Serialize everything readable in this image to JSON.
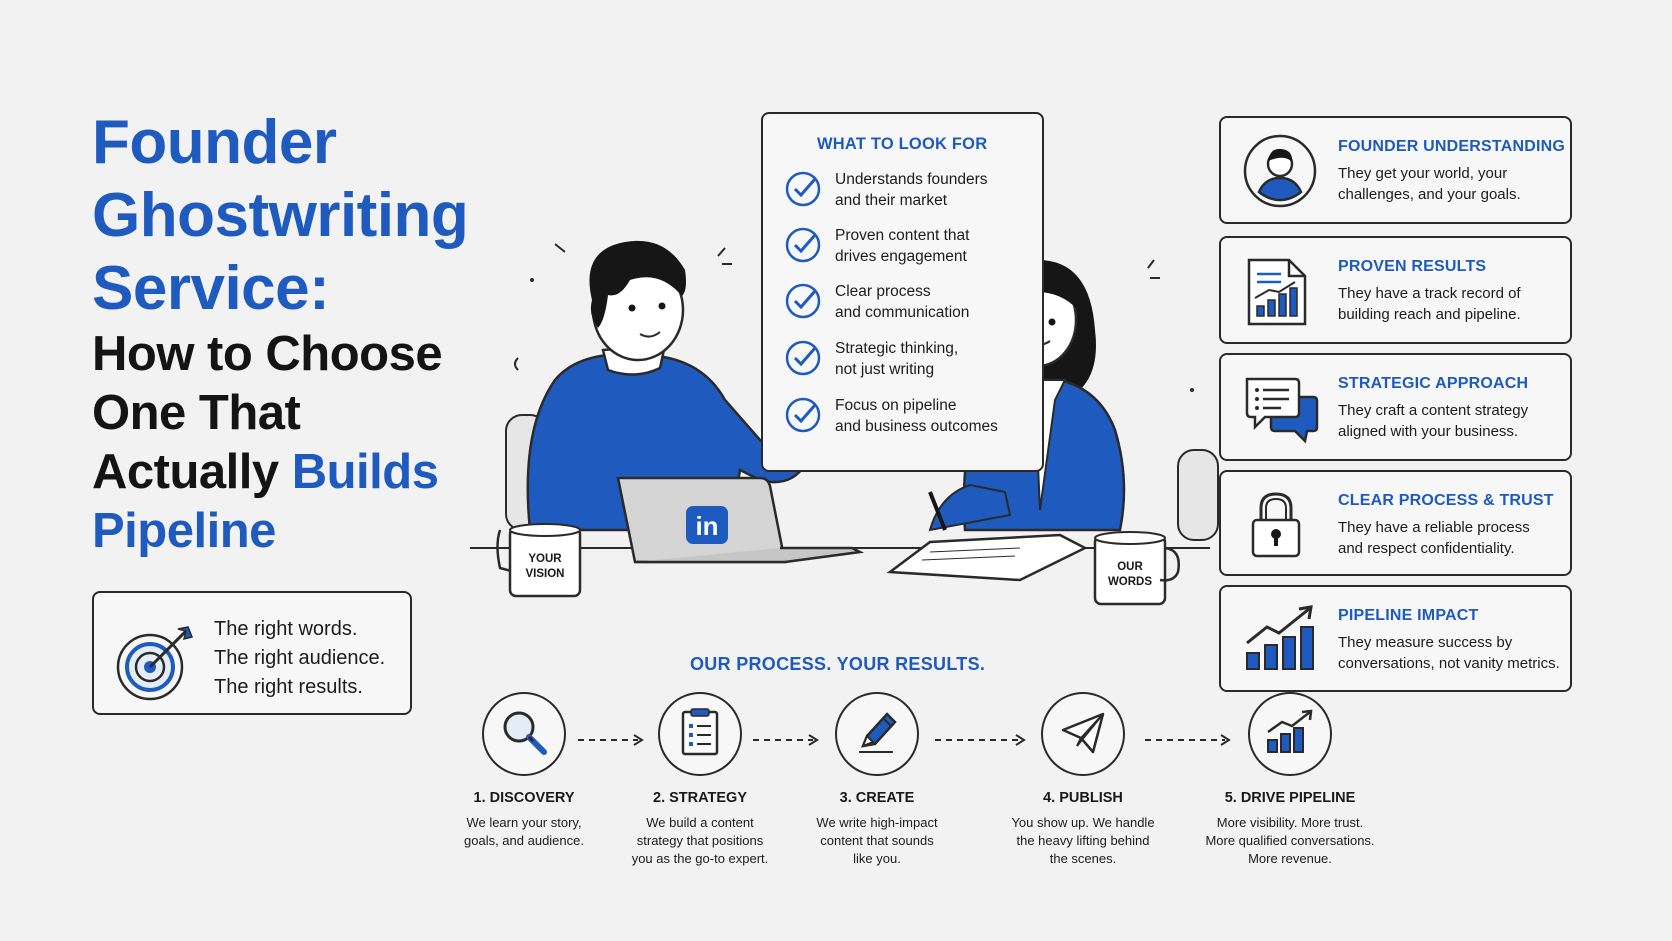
{
  "title": {
    "line1": "Founder",
    "line2": "Ghostwriting",
    "line3": "Service:",
    "line4": "How to Choose",
    "line5": "One That",
    "line6_black": "Actually ",
    "line6_blue": "Builds",
    "line7": "Pipeline"
  },
  "tagline": {
    "lines": [
      "The right words.",
      "The right audience.",
      "The right results."
    ]
  },
  "look_for": {
    "heading": "WHAT TO LOOK FOR",
    "items": [
      {
        "line1": "Understands founders",
        "line2": "and their market"
      },
      {
        "line1": "Proven content that",
        "line2": "drives engagement"
      },
      {
        "line1": "Clear process",
        "line2": "and communication"
      },
      {
        "line1": "Strategic thinking,",
        "line2": "not just writing"
      },
      {
        "line1": "Focus on pipeline",
        "line2": "and business outcomes"
      }
    ]
  },
  "illustration": {
    "mug_left": [
      "YOUR",
      "VISION"
    ],
    "mug_right": [
      "OUR",
      "WORDS"
    ],
    "laptop_logo": "in"
  },
  "benefits": [
    {
      "title": "FOUNDER UNDERSTANDING",
      "line1": "They get your world, your",
      "line2": "challenges, and your goals.",
      "icon": "founder-avatar-icon"
    },
    {
      "title": "PROVEN RESULTS",
      "line1": "They have a track record of",
      "line2": "building reach and pipeline.",
      "icon": "report-chart-icon"
    },
    {
      "title": "STRATEGIC APPROACH",
      "line1": "They craft a content strategy",
      "line2": "aligned with your business.",
      "icon": "chat-bubbles-icon"
    },
    {
      "title": "CLEAR PROCESS & TRUST",
      "line1": "They have a reliable process",
      "line2": "and respect confidentiality.",
      "icon": "padlock-icon"
    },
    {
      "title": "PIPELINE IMPACT",
      "line1": "They measure success by",
      "line2": "conversations, not vanity metrics.",
      "icon": "growth-chart-icon"
    }
  ],
  "process": {
    "heading": "OUR PROCESS. YOUR RESULTS.",
    "steps": [
      {
        "name": "1. DISCOVERY",
        "lines": [
          "We learn your story,",
          "goals, and audience."
        ],
        "icon": "magnifier-icon"
      },
      {
        "name": "2. STRATEGY",
        "lines": [
          "We build a content",
          "strategy that positions",
          "you as the go-to expert."
        ],
        "icon": "document-list-icon"
      },
      {
        "name": "3. CREATE",
        "lines": [
          "We write high-impact",
          "content that sounds",
          "like you."
        ],
        "icon": "pen-icon"
      },
      {
        "name": "4. PUBLISH",
        "lines": [
          "You show up. We handle",
          "the heavy lifting behind",
          "the scenes."
        ],
        "icon": "paper-plane-icon"
      },
      {
        "name": "5. DRIVE PIPELINE",
        "lines": [
          "More visibility. More trust.",
          "More qualified conversations.",
          "More revenue."
        ],
        "icon": "bar-chart-icon"
      }
    ]
  },
  "colors": {
    "accent": "#1f5bbf",
    "text": "#161616",
    "background": "#f2f2f2"
  }
}
